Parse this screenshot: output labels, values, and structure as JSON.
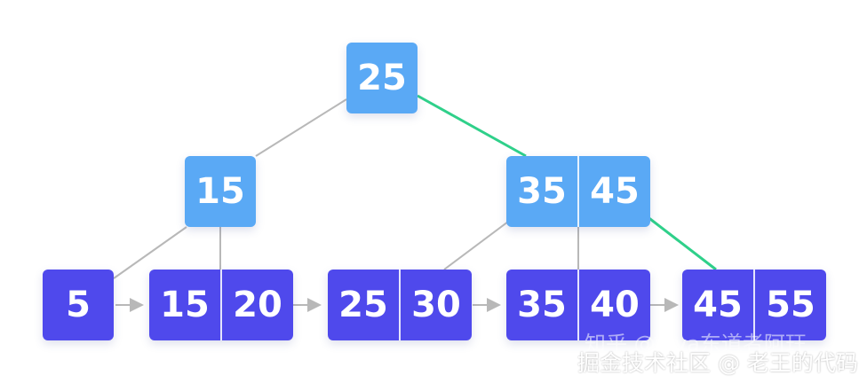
{
  "tree": {
    "root": {
      "keys": [
        "25"
      ]
    },
    "internal": [
      {
        "keys": [
          "15"
        ]
      },
      {
        "keys": [
          "35",
          "45"
        ]
      }
    ],
    "leaves": [
      {
        "keys": [
          "5"
        ]
      },
      {
        "keys": [
          "15",
          "20"
        ]
      },
      {
        "keys": [
          "25",
          "30"
        ]
      },
      {
        "keys": [
          "35",
          "40"
        ]
      },
      {
        "keys": [
          "45",
          "55"
        ]
      }
    ],
    "search_path": [
      "root",
      "internal-1",
      "leaf-4"
    ]
  },
  "colors": {
    "internal_node": "#5aa9f5",
    "leaf_node": "#4f49ec",
    "edge": "#b8b8b8",
    "search_path_edge": "#2fd08a",
    "leaf_link_arrow": "#b8b8b8"
  },
  "watermark": {
    "line1": "知乎 @java东道者阿玨",
    "line2": "掘金技术社区 @ 老王的代码"
  }
}
